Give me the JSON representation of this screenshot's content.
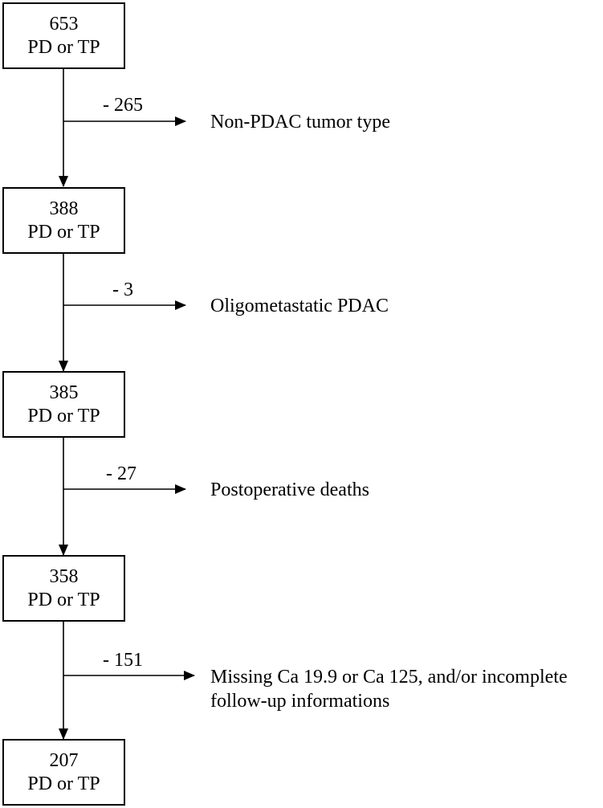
{
  "boxes": [
    {
      "count": "653",
      "label": "PD or TP"
    },
    {
      "count": "388",
      "label": "PD or TP"
    },
    {
      "count": "385",
      "label": "PD or TP"
    },
    {
      "count": "358",
      "label": "PD or TP"
    },
    {
      "count": "207",
      "label": "PD or TP"
    }
  ],
  "exclusions": [
    {
      "count": "- 265",
      "reason": "Non-PDAC tumor type"
    },
    {
      "count": "- 3",
      "reason": "Oligometastatic PDAC"
    },
    {
      "count": "- 27",
      "reason": "Postoperative deaths"
    },
    {
      "count": "- 151",
      "reason_line1": "Missing Ca 19.9 or Ca 125, and/or incomplete",
      "reason_line2": "follow-up informations"
    }
  ]
}
